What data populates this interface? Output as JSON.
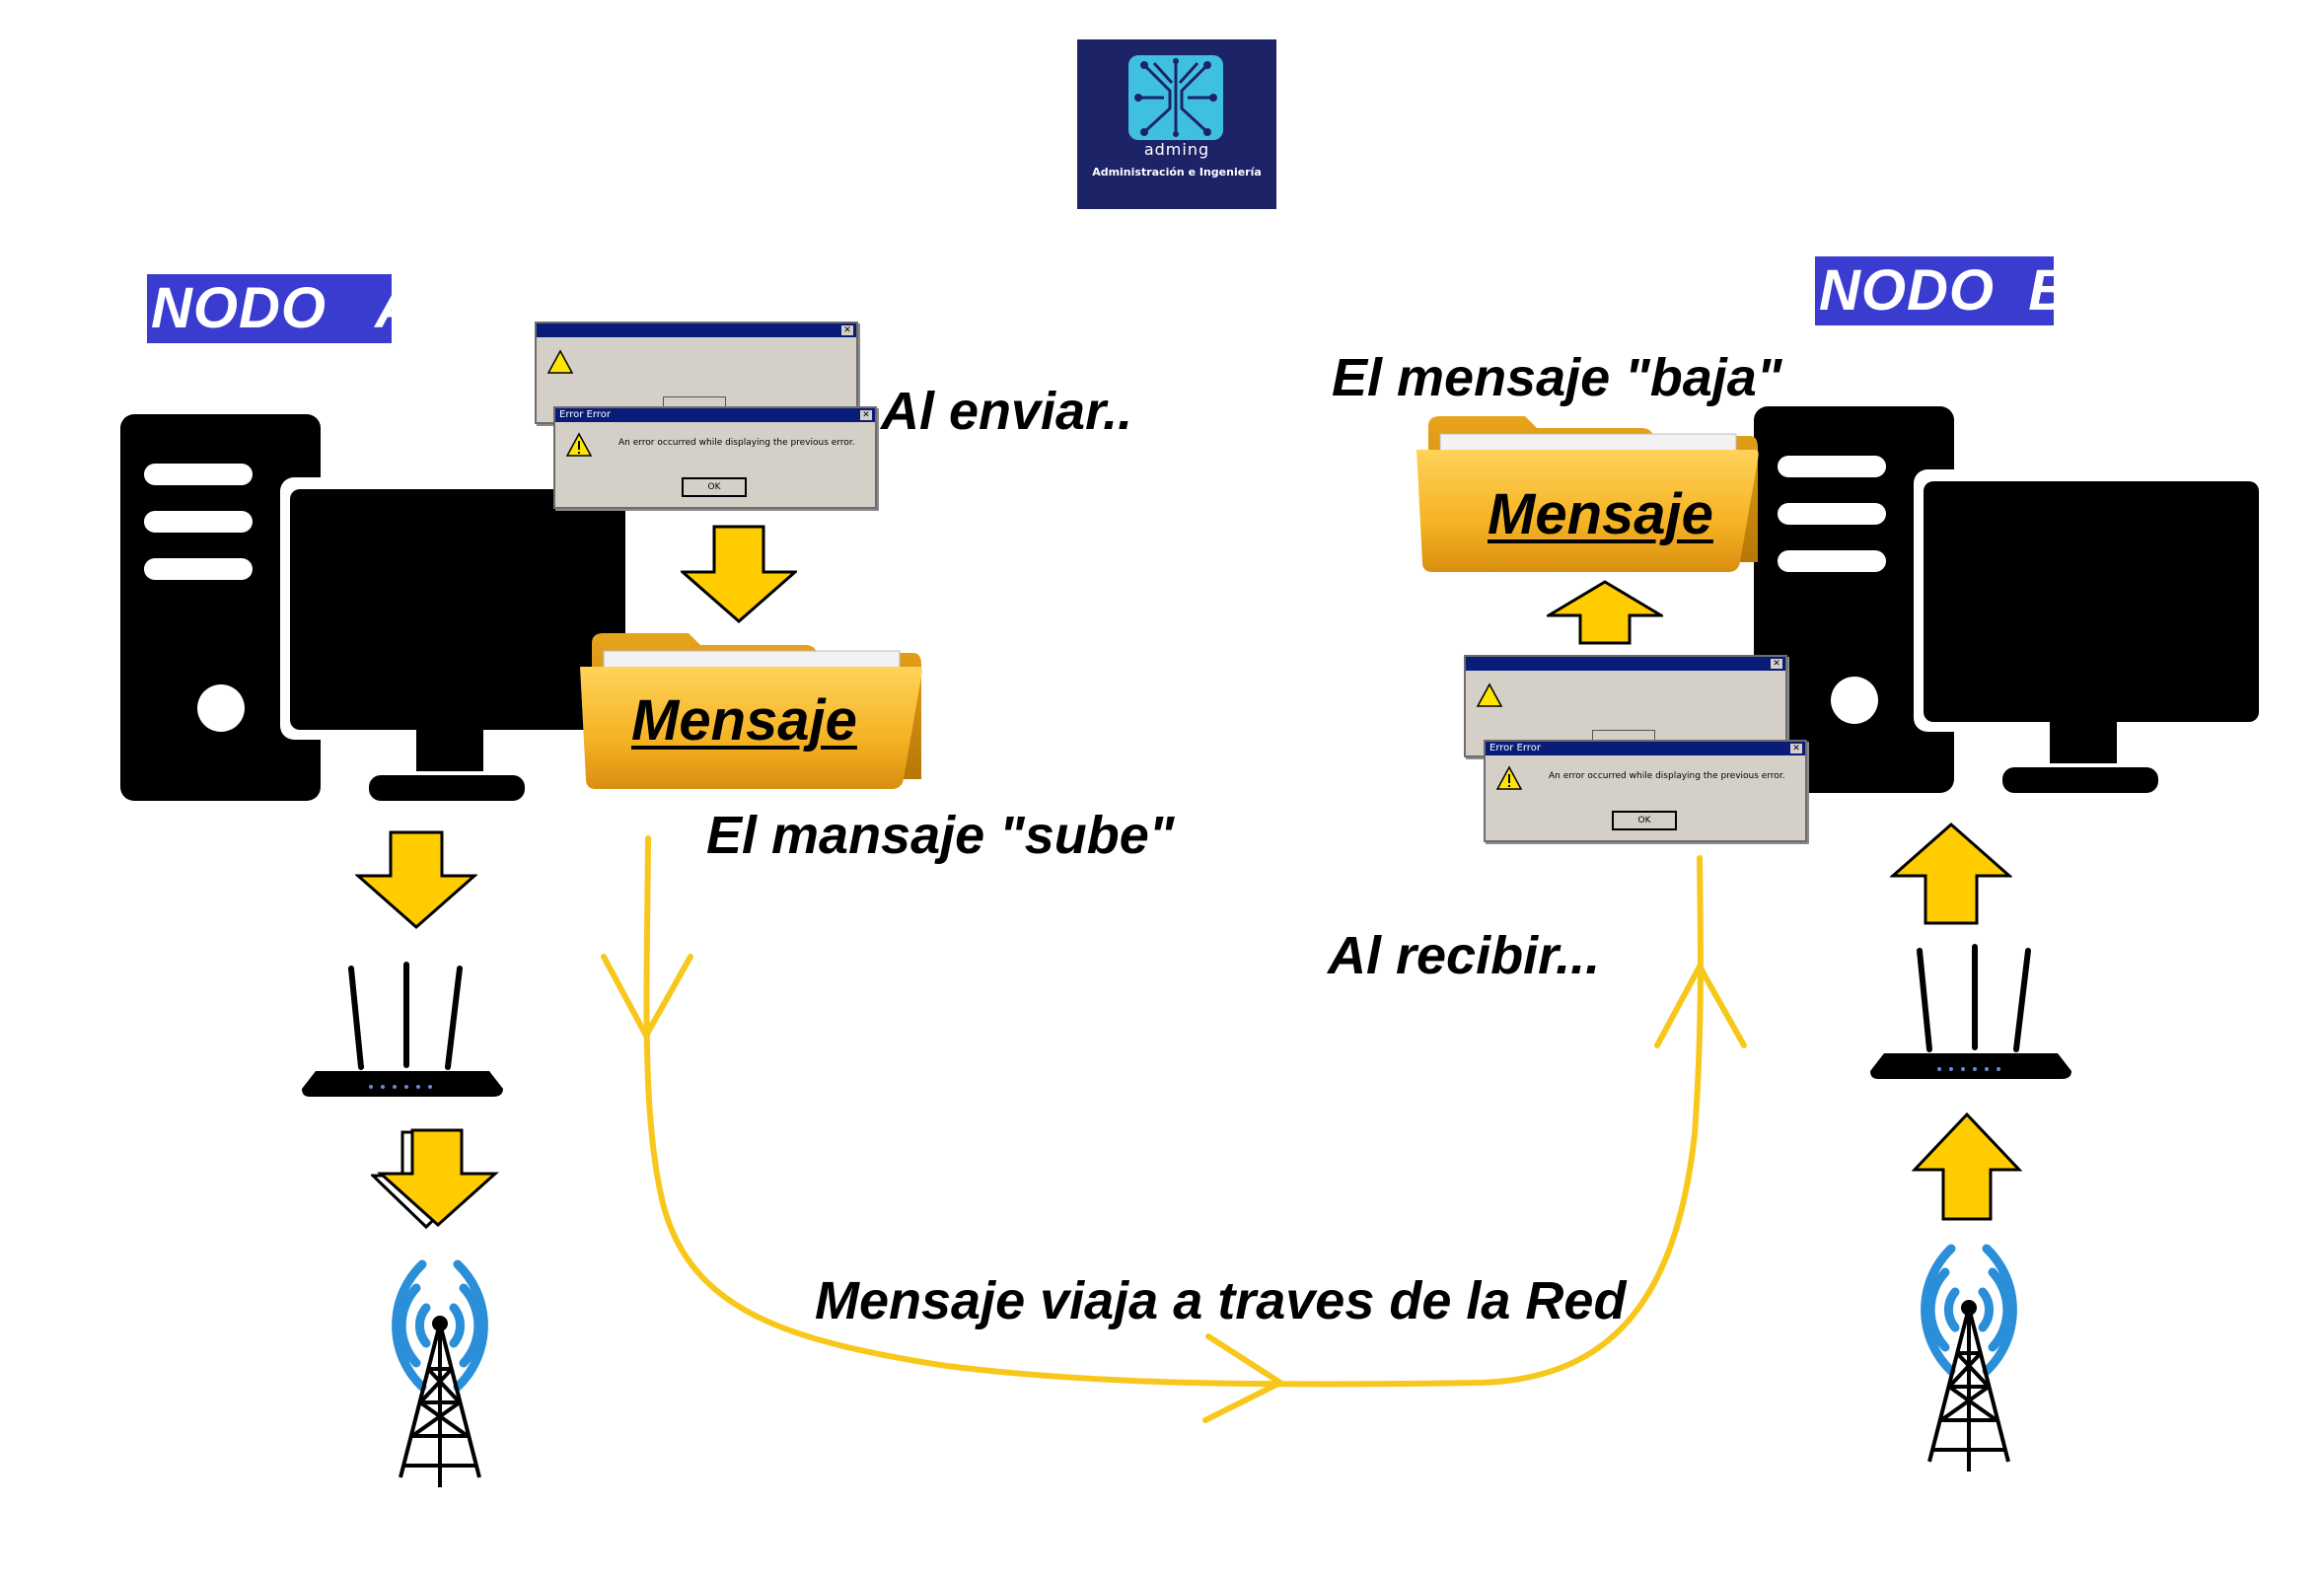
{
  "logo": {
    "brand": "adming",
    "subtitle": "Administración e Ingeniería",
    "bg_color": "#1c2367",
    "accent_color": "#3fc0e0"
  },
  "nodes": {
    "a": {
      "label": "NODO   A"
    },
    "b": {
      "label": "NODO  B"
    }
  },
  "captions": {
    "al_enviar": "Al enviar..",
    "mensaje_sube": "El mansaje \"sube\"",
    "mensaje_baja": "El mensaje \"baja\"",
    "al_recibir": "Al recibir...",
    "network": "Mensaje viaja a traves de la Red"
  },
  "folders": {
    "a": {
      "label": "Mensaje"
    },
    "b": {
      "label": "Mensaje"
    }
  },
  "dialogs": {
    "title": "Error Error",
    "message": "An error occurred while displaying the previous error.",
    "ok": "OK"
  },
  "icons": {
    "computer": "desktop-computer-icon",
    "router": "wifi-router-icon",
    "tower": "radio-tower-icon",
    "arrow": "block-arrow-icon",
    "folder": "folder-icon",
    "warning": "warning-icon"
  },
  "colors": {
    "arrow_yellow": "#ffcc00",
    "path_yellow": "#f7c81b",
    "signal_blue": "#2a8fd8",
    "node_label_bg": "#3a3ccf"
  }
}
